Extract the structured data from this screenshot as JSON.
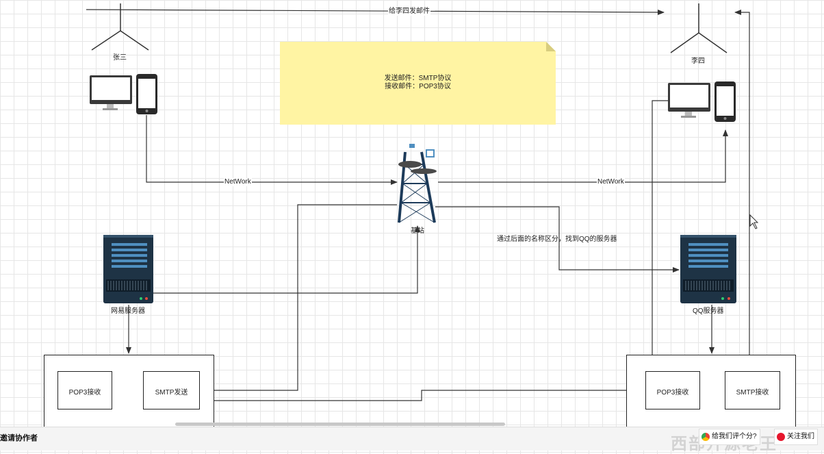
{
  "top_edge_label": "给李四发邮件",
  "person_left": "张三",
  "person_right": "李四",
  "note": {
    "line1": "发送邮件：SMTP协议",
    "line2": "接收邮件：POP3协议"
  },
  "network_left": "NetWork",
  "network_right": "NetWork",
  "tower_label": "基站",
  "find_qq_label": "通过后面的名称区分，找到QQ的服务器",
  "server_left": "网易服务器",
  "server_right": "QQ服务器",
  "left_pop3": "POP3接收",
  "left_smtp": "SMTP发送",
  "right_pop3": "POP3接收",
  "right_smtp": "SMTP接收",
  "bottom_bar": {
    "invite": "邀请协作者",
    "rate": "给我们评个分?",
    "follow": "关注我们"
  },
  "watermark": "西部开源老王",
  "colors": {
    "note_bg": "#fff4a3",
    "server_body": "#1e3345",
    "server_stripe": "#4f8fc0",
    "line": "#333333"
  }
}
